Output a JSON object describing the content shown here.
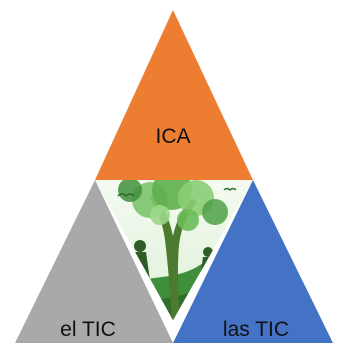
{
  "diagram": {
    "triangles": [
      {
        "key": "top",
        "label": "ICA",
        "color": "#ED7D31"
      },
      {
        "key": "left",
        "label": "el TIC",
        "color": "#A9A9A9"
      },
      {
        "key": "right",
        "label": "las TIC",
        "color": "#4472C4"
      }
    ],
    "center_image": {
      "icon": "nature-illustration",
      "colors": [
        "#2F7D32",
        "#6FBF5A",
        "#B9E3A8",
        "#E8F4E4",
        "#3A6B2A"
      ]
    }
  }
}
